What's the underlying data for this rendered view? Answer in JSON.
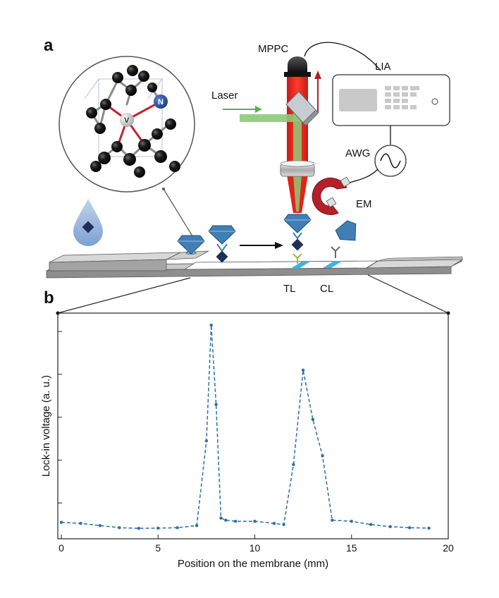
{
  "panel_a": {
    "letter": "a",
    "labels": {
      "mppc": "MPPC",
      "lia": "LIA",
      "laser": "Laser",
      "awg": "AWG",
      "em": "EM",
      "tl": "TL",
      "cl": "CL",
      "nitrogen": "N",
      "vacancy": "V"
    },
    "colors": {
      "laser_red": "#e2231a",
      "laser_green": "#8cc97a",
      "diamond_blue": "#3f7fb6",
      "analyte_navy": "#1f2f5a",
      "magnet_red": "#b3202a"
    }
  },
  "panel_b": {
    "letter": "b"
  },
  "chart_data": {
    "type": "line",
    "title": "",
    "xlabel": "Position on the membrane (mm)",
    "ylabel": "Lock-in voltage (a. u.)",
    "xlim": [
      0,
      20
    ],
    "ylim": [
      0,
      1
    ],
    "x_ticks": [
      0,
      5,
      10,
      15,
      20
    ],
    "x_tick_labels": [
      "0",
      "5",
      "10",
      "15",
      "20"
    ],
    "y_tick_labels_shown": false,
    "grid": false,
    "line_style": "dashed",
    "marker": "dot",
    "color": "#2e6fa7",
    "series": [
      {
        "x": [
          0,
          1,
          2,
          3,
          4,
          5,
          6,
          7,
          7.5,
          7.75,
          8.0,
          8.25,
          8.5,
          9,
          10,
          11,
          11.5,
          12,
          12.5,
          13,
          13.5,
          14,
          15,
          16,
          17,
          18,
          19
        ],
        "y": [
          0.07,
          0.065,
          0.055,
          0.045,
          0.042,
          0.043,
          0.045,
          0.055,
          0.45,
          0.99,
          0.62,
          0.09,
          0.08,
          0.075,
          0.075,
          0.065,
          0.06,
          0.34,
          0.78,
          0.55,
          0.38,
          0.08,
          0.075,
          0.06,
          0.05,
          0.045,
          0.043
        ]
      }
    ]
  }
}
